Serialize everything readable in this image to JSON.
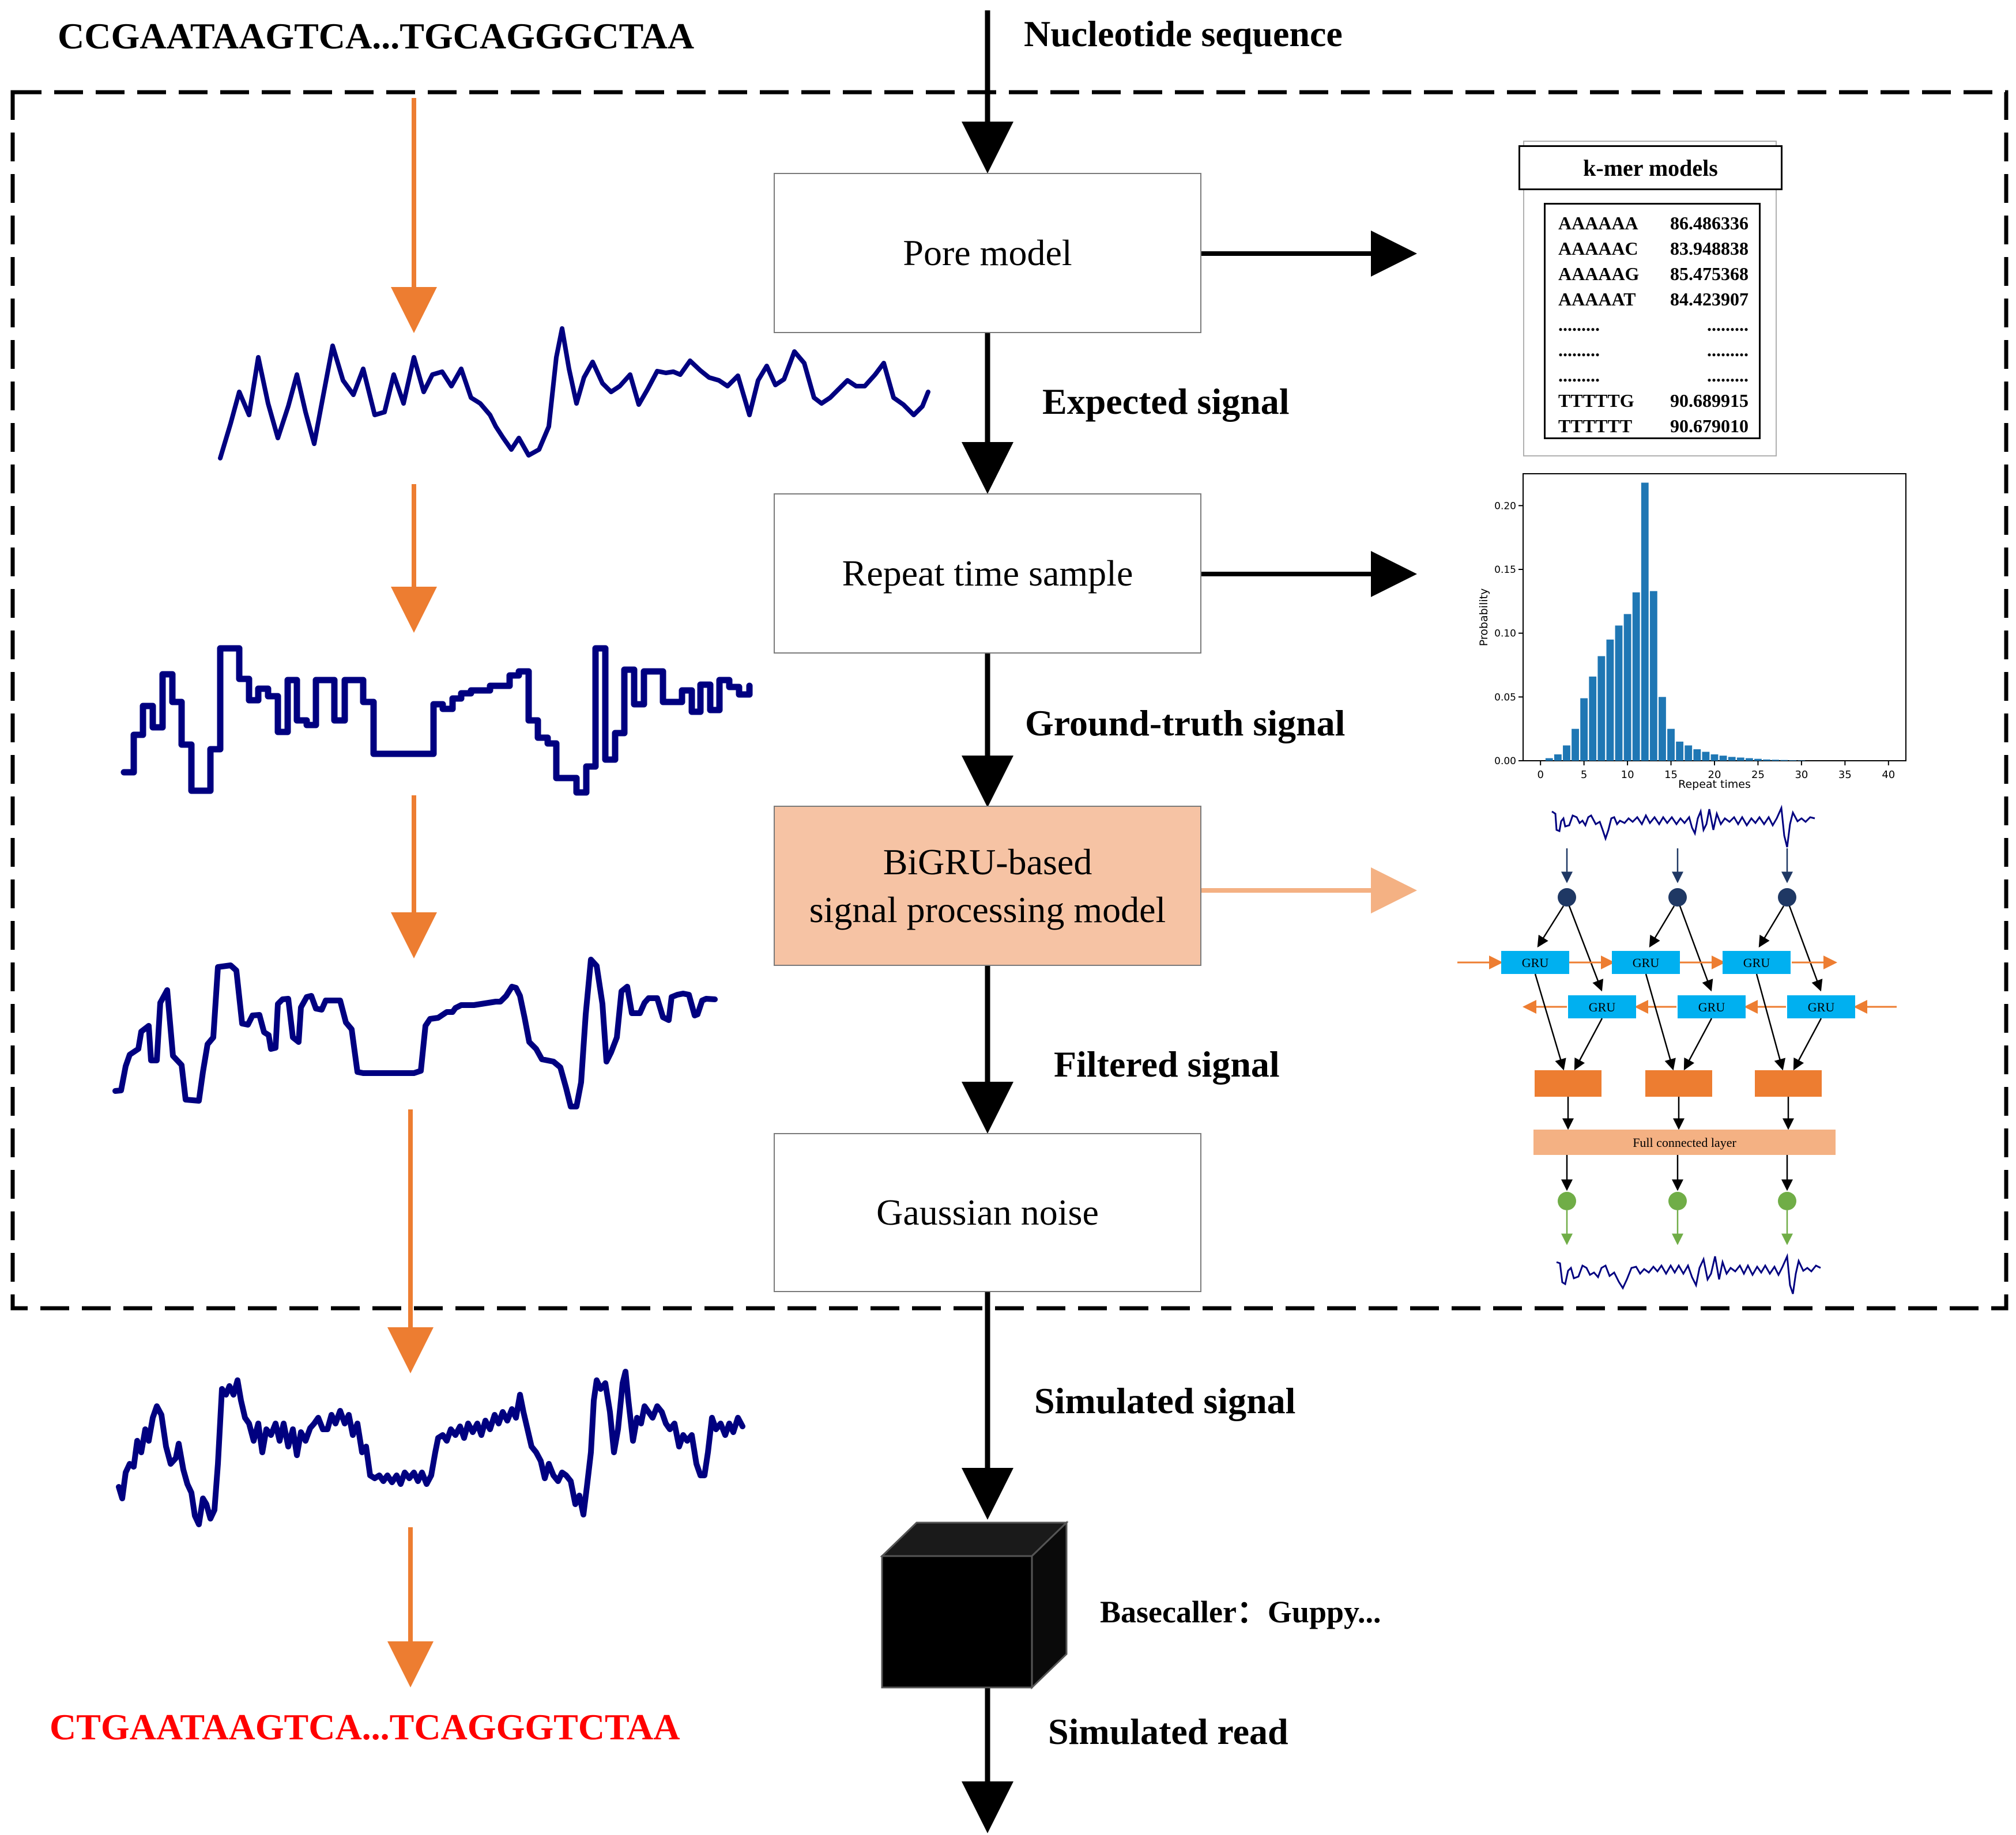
{
  "input_sequence": "CCGAATAAGTCA...TGCAGGGCTAA",
  "output_sequence": "CTGAATAAGTCA...TCAGGGTCTAA",
  "pipeline_labels": {
    "nucleotide": "Nucleotide sequence",
    "expected": "Expected signal",
    "ground_truth": "Ground-truth signal",
    "filtered": "Filtered signal",
    "simulated_signal": "Simulated signal",
    "simulated_read": "Simulated read"
  },
  "boxes": {
    "pore_model": "Pore model",
    "repeat_time": "Repeat time sample",
    "bigru_line1": "BiGRU-based",
    "bigru_line2": "signal processing model",
    "gaussian": "Gaussian noise"
  },
  "basecaller": "Basecaller：Guppy...",
  "kmer": {
    "title": "k-mer models",
    "rows": [
      [
        "AAAAAA",
        "86.486336"
      ],
      [
        "AAAAAC",
        "83.948838"
      ],
      [
        "AAAAAG",
        "85.475368"
      ],
      [
        "AAAAAT",
        "84.423907"
      ],
      [
        ".........",
        "........."
      ],
      [
        ".........",
        "........."
      ],
      [
        ".........",
        "........."
      ],
      [
        "TTTTTG",
        "90.689915"
      ],
      [
        "TTTTTT",
        "90.679010"
      ]
    ]
  },
  "gru": {
    "cell_label": "GRU",
    "fc_label": "Full connected layer"
  },
  "colors": {
    "signal": "#000080",
    "orange_arrow": "#ed7d31",
    "box_fill": "#f6c3a4",
    "gru_fill": "#00b0f0",
    "output_node": "#70ad47",
    "input_node": "#1f3864",
    "red_text": "#ff0000",
    "hist_bar": "#1f77b4"
  },
  "chart_data": {
    "type": "bar",
    "title": "",
    "xlabel": "Repeat times",
    "ylabel": "Probability",
    "xlim": [
      -2,
      42
    ],
    "ylim": [
      0,
      0.225
    ],
    "xticks": [
      0,
      5,
      10,
      15,
      20,
      25,
      30,
      35,
      40
    ],
    "yticks": [
      0.0,
      0.05,
      0.1,
      0.15,
      0.2
    ],
    "ytick_labels": [
      "0.00",
      "0.05",
      "0.10",
      "0.15",
      "0.20"
    ],
    "x": [
      1,
      2,
      3,
      4,
      5,
      6,
      7,
      8,
      9,
      10,
      11,
      12,
      13,
      14,
      15,
      16,
      17,
      18,
      19,
      20,
      21,
      22,
      23,
      24,
      25,
      26,
      27,
      28,
      29,
      30
    ],
    "values": [
      0.002,
      0.005,
      0.012,
      0.025,
      0.049,
      0.066,
      0.082,
      0.095,
      0.106,
      0.115,
      0.132,
      0.218,
      0.133,
      0.05,
      0.025,
      0.015,
      0.012,
      0.009,
      0.007,
      0.005,
      0.004,
      0.003,
      0.0025,
      0.002,
      0.0015,
      0.001,
      0.0008,
      0.0006,
      0.0004,
      0.0003
    ]
  }
}
